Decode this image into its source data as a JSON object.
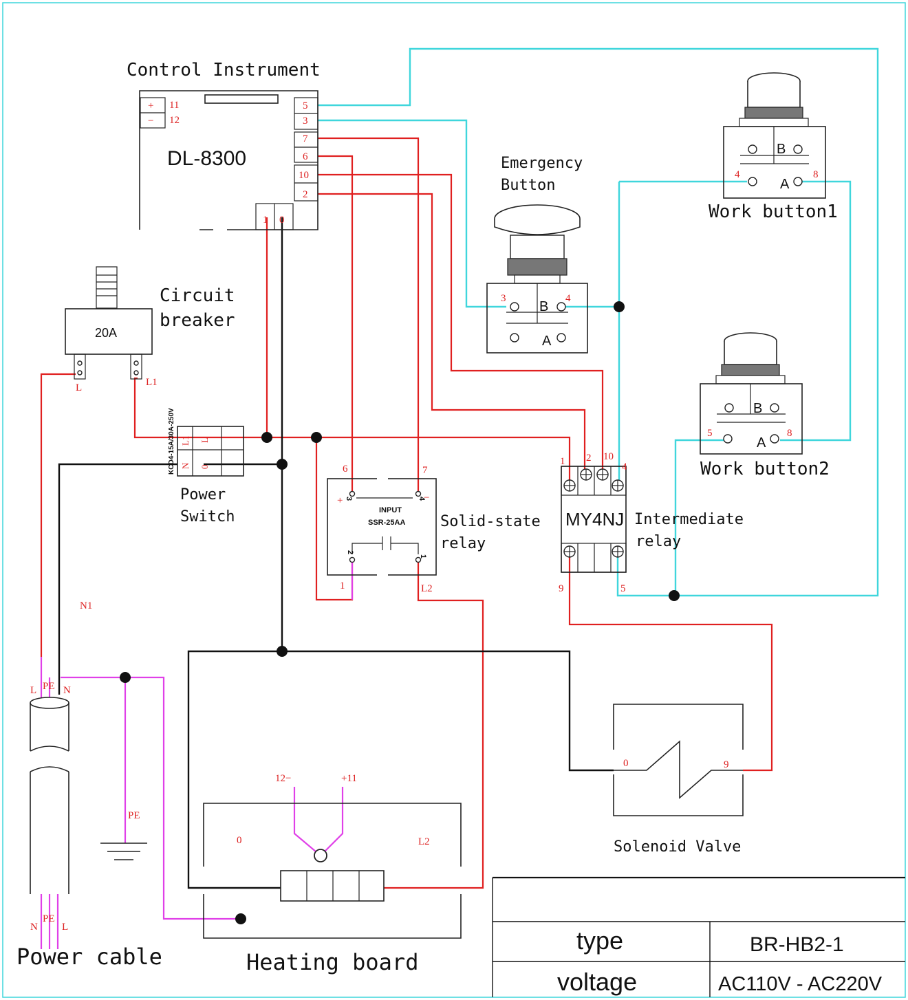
{
  "components": {
    "control_instrument": {
      "title": "Control Instrument",
      "model": "DL-8300",
      "terminals": [
        "+",
        "11",
        "−",
        "12",
        "5",
        "3",
        "7",
        "6",
        "10",
        "2",
        "1",
        "0"
      ]
    },
    "circuit_breaker": {
      "title_line1": "Circuit",
      "title_line2": "breaker",
      "rating": "20A",
      "term_l": "L",
      "term_l1": "L1"
    },
    "power_switch": {
      "title_line1": "Power",
      "title_line2": "Switch",
      "rating": "KCD4-15A/30A-250V",
      "terms": [
        "L1",
        "L",
        "N",
        "0"
      ]
    },
    "emergency_button": {
      "title_line1": "Emergency",
      "title_line2": "Button",
      "t3": "3",
      "t4": "4",
      "b": "B",
      "a": "A"
    },
    "work_button1": {
      "title": "Work button1",
      "t4": "4",
      "t8": "8",
      "b": "B",
      "a": "A"
    },
    "work_button2": {
      "title": "Work button2",
      "t5": "5",
      "t8": "8",
      "b": "B",
      "a": "A"
    },
    "ssr": {
      "title_line1": "Solid-state",
      "title_line2": "relay",
      "input": "INPUT",
      "model": "SSR-25AA",
      "t6": "6",
      "t7": "7",
      "t1": "1",
      "tL2": "L2",
      "plus": "+",
      "minus": "−",
      "p3": "3",
      "p4": "4",
      "p2": "2",
      "p1": "1"
    },
    "intermediate_relay": {
      "model": "MY4NJ",
      "title_line1": "Intermediate",
      "title_line2": "relay",
      "t1": "1",
      "t2": "2",
      "t10": "10",
      "t4": "4",
      "t9": "9",
      "t5": "5"
    },
    "solenoid_valve": {
      "title": "Solenoid Valve",
      "t0": "0",
      "t9": "9"
    },
    "heating_board": {
      "title": "Heating board",
      "t12": "12−",
      "t11": "+11",
      "t0": "0",
      "tL2": "L2"
    },
    "power_cable": {
      "title": "Power cable",
      "top_L": "L",
      "top_PE": "PE",
      "top_N": "N",
      "bot_N": "N",
      "bot_PE": "PE",
      "bot_L": "L"
    },
    "ground": {
      "pe": "PE"
    },
    "n1_label": "N1"
  },
  "spec_table": {
    "rows": [
      {
        "label": "type",
        "value": "BR-HB2-1"
      },
      {
        "label": "voltage",
        "value": "AC110V - AC220V"
      }
    ]
  },
  "colors": {
    "live": "#e02020",
    "control": "#3fd6dc",
    "neutral": "#111111",
    "earth": "#e040e8"
  }
}
